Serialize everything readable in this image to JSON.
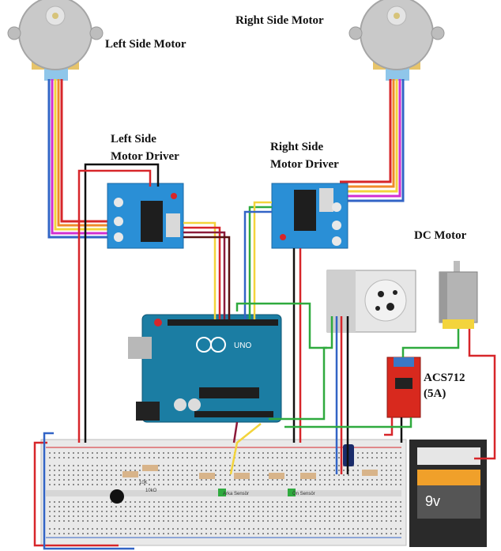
{
  "labels": {
    "left_motor": "Left Side Motor",
    "right_motor": "Right Side Motor",
    "left_driver_1": "Left Side",
    "left_driver_2": "Motor Driver",
    "right_driver_1": "Right Side",
    "right_driver_2": "Motor Driver",
    "dc_motor": "DC Motor",
    "acs_1": "ACS712",
    "acs_2": "(5A)",
    "battery": "9v",
    "arduino_brand": "UNO",
    "breadboard_rear_sensor": "Arka Sensör",
    "breadboard_front_sensor": "Ön Sensör",
    "r_10k": "10K",
    "r_10k0": "10kO"
  },
  "colors": {
    "arduino": "#1b7da3",
    "driver": "#2a8fd6",
    "acs": "#d8291e",
    "motor_grey": "#c7c7c7",
    "breadboard": "#e9e9e9",
    "wire_red": "#d7262a",
    "wire_black": "#1a1a1a",
    "wire_blue": "#3264c6",
    "wire_yellow": "#f3d43c",
    "wire_green": "#2faa3e",
    "wire_magenta": "#d12fd1"
  }
}
